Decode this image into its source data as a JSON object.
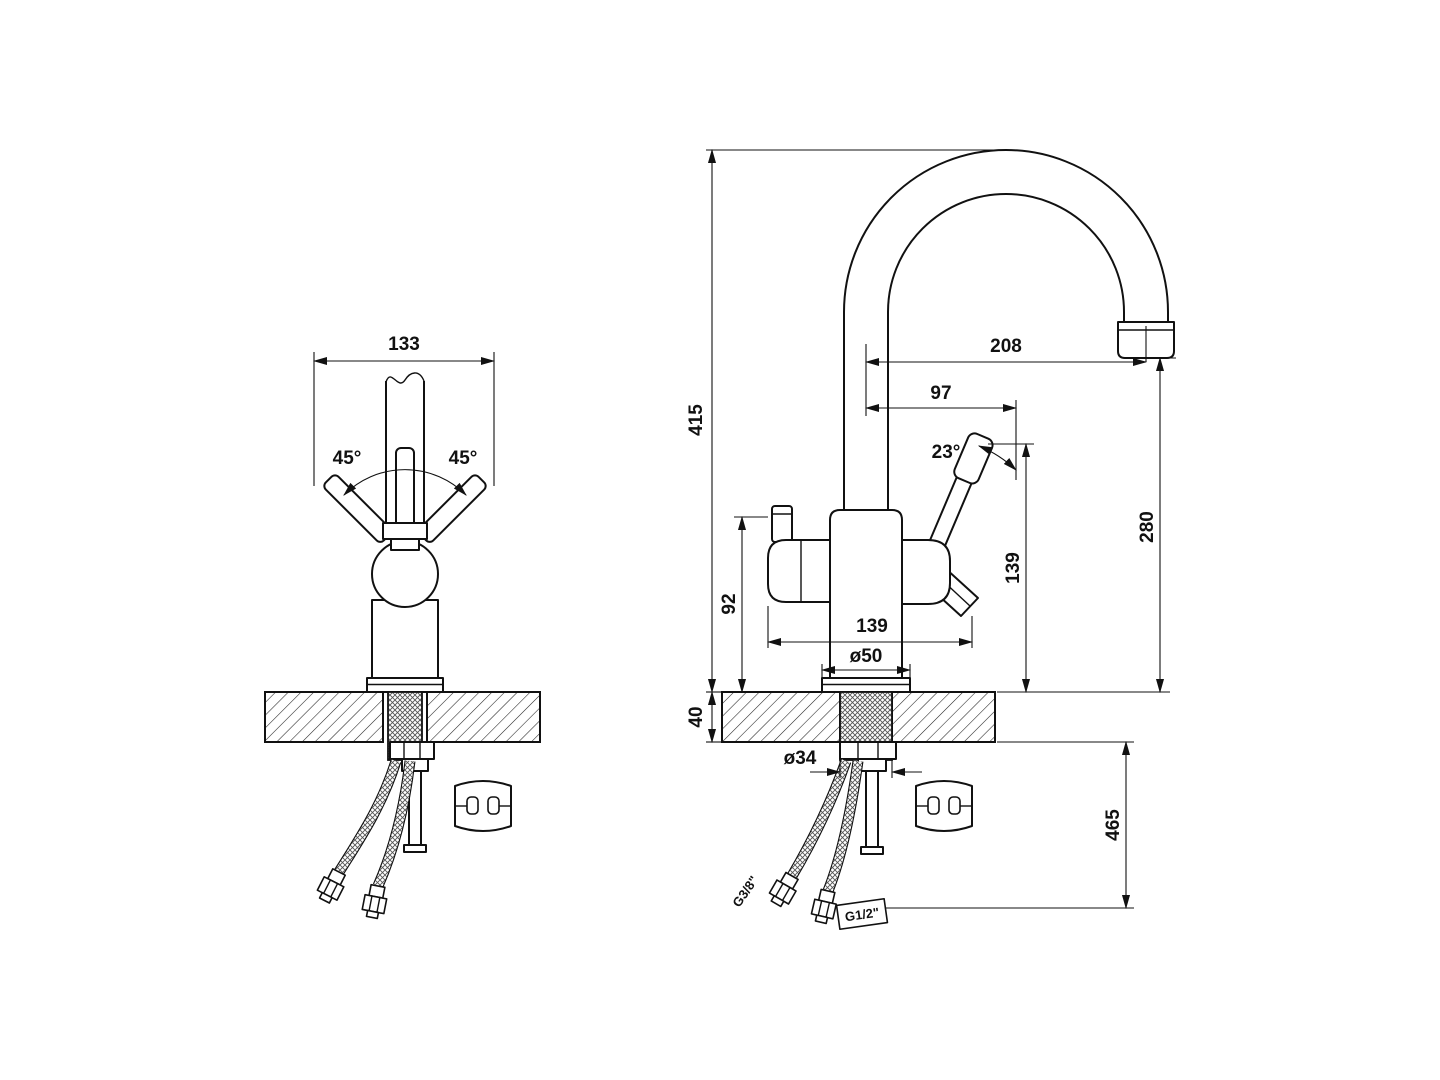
{
  "front_view": {
    "dim_width": "133",
    "dim_swing_left": "45°",
    "dim_swing_right": "45°"
  },
  "side_view": {
    "dim_spout_reach": "208",
    "dim_handle_reach": "97",
    "dim_handle_angle": "23°",
    "dim_height_above_counter": "415",
    "dim_spout_outlet_height": "280",
    "dim_handle_tip_height": "139",
    "dim_body_depth": "139",
    "dim_base_diameter": "ø50",
    "dim_side_handle_height": "92",
    "dim_counter_thickness": "40",
    "dim_mounting_hole_diameter": "ø34",
    "dim_hose_length": "465",
    "label_hose_thread": "G3/8\"",
    "label_shank_thread": "G1/2\""
  }
}
